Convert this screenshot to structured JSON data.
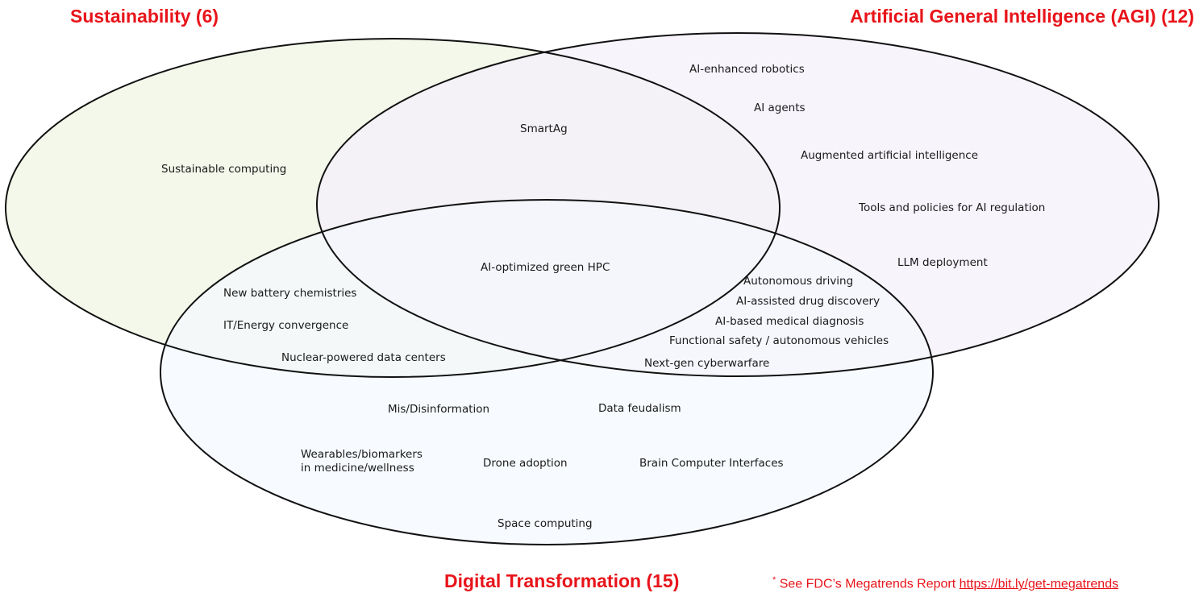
{
  "sets": {
    "sustainability": {
      "label": "Sustainability (6)",
      "fill": "#f3f8ea"
    },
    "agi": {
      "label": "Artificial General Intelligence (AGI) (12)",
      "fill": "#f4f0fb"
    },
    "digital": {
      "label": "Digital Transformation (15)",
      "fill": "#f4f8fd"
    }
  },
  "colors": {
    "title": "#e8141a",
    "outline": "#111111"
  },
  "items": {
    "sustainable_computing": "Sustainable computing",
    "smartag": "SmartAg",
    "ai_enhanced_robotics": "AI-enhanced robotics",
    "ai_agents": "AI agents",
    "augmented_ai": "Augmented artificial intelligence",
    "ai_regulation": "Tools and policies for AI regulation",
    "llm_deployment": "LLM deployment",
    "ai_green_hpc": "AI-optimized green HPC",
    "battery": "New battery chemistries",
    "it_energy": "IT/Energy convergence",
    "nuclear": "Nuclear-powered data centers",
    "autonomous_driving": "Autonomous driving",
    "drug_discovery": "AI-assisted drug discovery",
    "medical_diagnosis": "AI-based medical diagnosis",
    "functional_safety": "Functional safety / autonomous vehicles",
    "cyberwarfare": "Next-gen cyberwarfare",
    "misinformation": "Mis/Disinformation",
    "data_feudalism": "Data feudalism",
    "wearables_1": "Wearables/biomarkers",
    "wearables_2": "in medicine/wellness",
    "drone": "Drone adoption",
    "bci": "Brain Computer Interfaces",
    "space": "Space computing"
  },
  "footnote": {
    "marker": "*",
    "text": "See FDC’s Megatrends Report",
    "link": "https://bit.ly/get-megatrends"
  }
}
